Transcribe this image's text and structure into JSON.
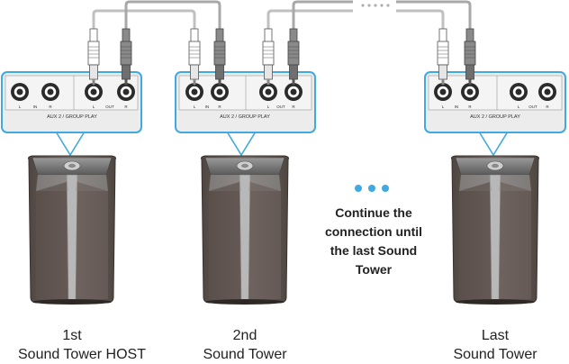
{
  "panel": {
    "label": "AUX 2 / GROUP PLAY",
    "in_text": "IN",
    "out_text": "OUT",
    "l_text": "L",
    "r_text": "R"
  },
  "towers": [
    {
      "line1": "1st",
      "line2": "Sound Tower HOST"
    },
    {
      "line1": "2nd",
      "line2": "Sound Tower"
    },
    {
      "line1": "Last",
      "line2": "Sound Tower"
    }
  ],
  "continue_text": [
    "Continue the",
    "connection until",
    "the last Sound",
    "Tower"
  ],
  "colors": {
    "accent": "#3fa9e0",
    "panel_bg": "#ececec",
    "cable": "#c0c0c0",
    "speaker_body": "#625753"
  }
}
